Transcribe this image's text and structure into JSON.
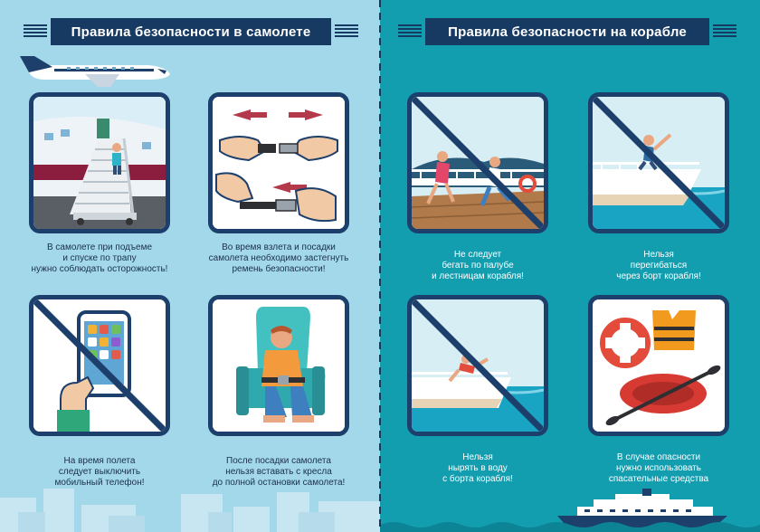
{
  "plane_section": {
    "title": "Правила безопасности в самолете",
    "rules": [
      {
        "lines": [
          "В самолете при подъеме",
          "и спуске по трапу",
          "нужно соблюдать осторожность!"
        ],
        "icon": "airstairs-icon"
      },
      {
        "lines": [
          "Во время взлета и посадки",
          "самолета необходимо застегнуть",
          "ремень безопасности!"
        ],
        "icon": "seatbelt-icon"
      },
      {
        "lines": [
          "На время полета",
          "следует выключить",
          "мобильный телефон!"
        ],
        "icon": "phone-prohibited-icon"
      },
      {
        "lines": [
          "После посадки самолета",
          "нельзя вставать с кресла",
          "до полной остановки самолета!"
        ],
        "icon": "seated-passenger-icon"
      }
    ]
  },
  "ship_section": {
    "title": "Правила безопасности на корабле",
    "rules": [
      {
        "lines": [
          "Не следует",
          "бегать по палубе",
          "и лестницам корабля!"
        ],
        "icon": "running-prohibited-icon"
      },
      {
        "lines": [
          "Нельзя",
          "перегибаться",
          "через борт корабля!"
        ],
        "icon": "leaning-prohibited-icon"
      },
      {
        "lines": [
          "Нельзя",
          "нырять в воду",
          "с борта корабля!"
        ],
        "icon": "diving-prohibited-icon"
      },
      {
        "lines": [
          "В случае опасности",
          "нужно использовать",
          "спасательные средства"
        ],
        "icon": "life-saving-equipment-icon"
      }
    ]
  },
  "colors": {
    "navy": "#1d3f6b",
    "sky": "#a3d8ea",
    "sea": "#139eb0",
    "prohibition": "#1d3f6b"
  }
}
